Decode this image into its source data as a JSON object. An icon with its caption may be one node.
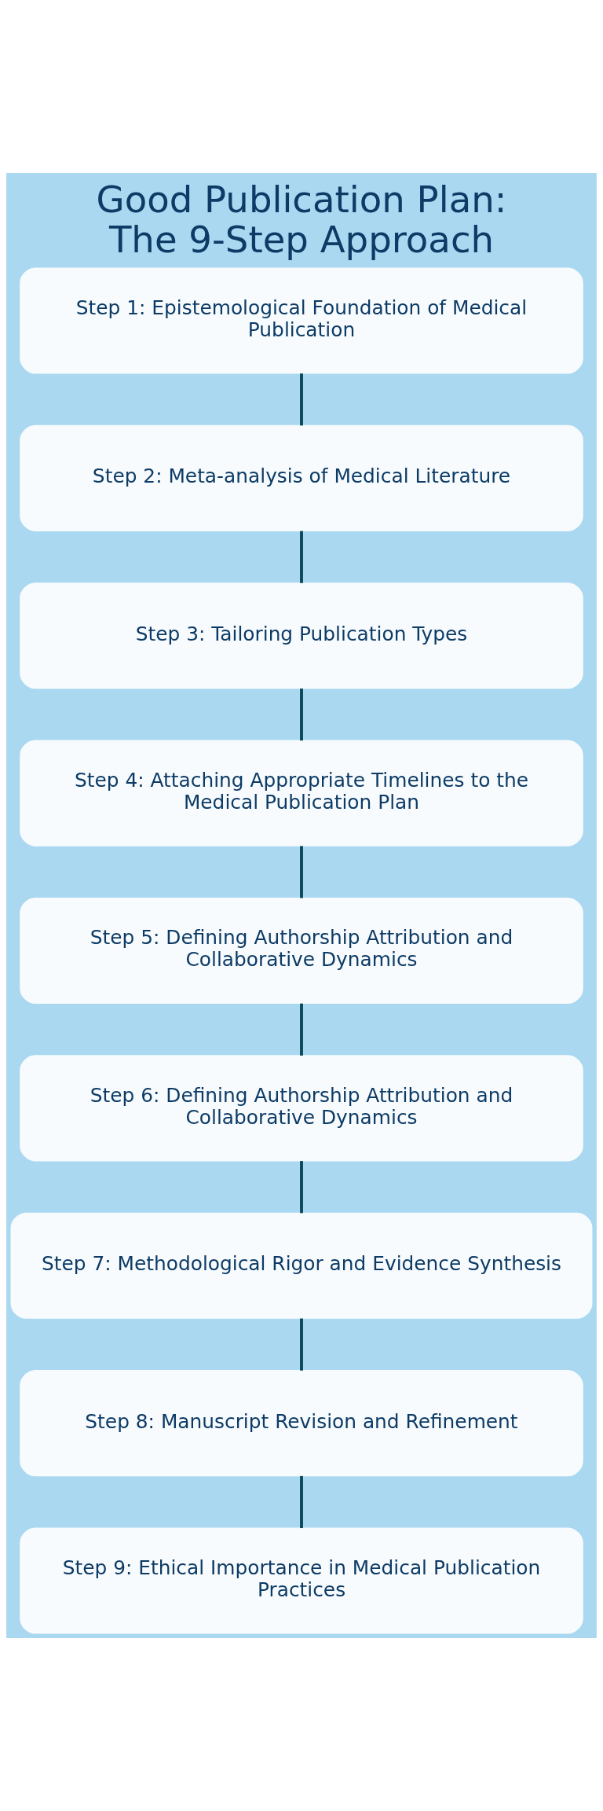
{
  "diagram": {
    "title": "Good Publication Plan: The 9-Step Approach",
    "nodes": [
      {
        "text": [
          "Step 1: Epistemological Foundation of Medical Publication"
        ]
      },
      {
        "text": [
          "Step 2: Meta-analysis of Medical Literature"
        ]
      },
      {
        "text": [
          "Step 3: Tailoring Publication Types"
        ]
      },
      {
        "text": [
          "Step 4: Attaching Appropriate Timelines to the Medical Publication Plan"
        ]
      },
      {
        "text": [
          "Step 5: Defining Authorship Attribution and Collaborative Dynamics"
        ]
      },
      {
        "text": [
          "Step 6: Defining Authorship Attribution and Collaborative Dynamics"
        ]
      },
      {
        "text": [
          "Step 7: Methodological Rigor and Evidence Synthesis"
        ]
      },
      {
        "text": [
          "Step 8: Manuscript Revision and Refinement"
        ]
      },
      {
        "text": [
          "Step 9: Ethical Importance in Medical Publication Practices"
        ]
      }
    ],
    "edges": [
      {
        "from": 0,
        "to": 1,
        "arrow": "none"
      },
      {
        "from": 1,
        "to": 2,
        "arrow": "none"
      },
      {
        "from": 2,
        "to": 3,
        "arrow": "none"
      },
      {
        "from": 3,
        "to": 4,
        "arrow": "none"
      },
      {
        "from": 4,
        "to": 5,
        "arrow": "none"
      },
      {
        "from": 5,
        "to": 6,
        "arrow": "none"
      },
      {
        "from": 6,
        "to": 7,
        "arrow": "none"
      },
      {
        "from": 7,
        "to": 8,
        "arrow": "none"
      }
    ]
  }
}
